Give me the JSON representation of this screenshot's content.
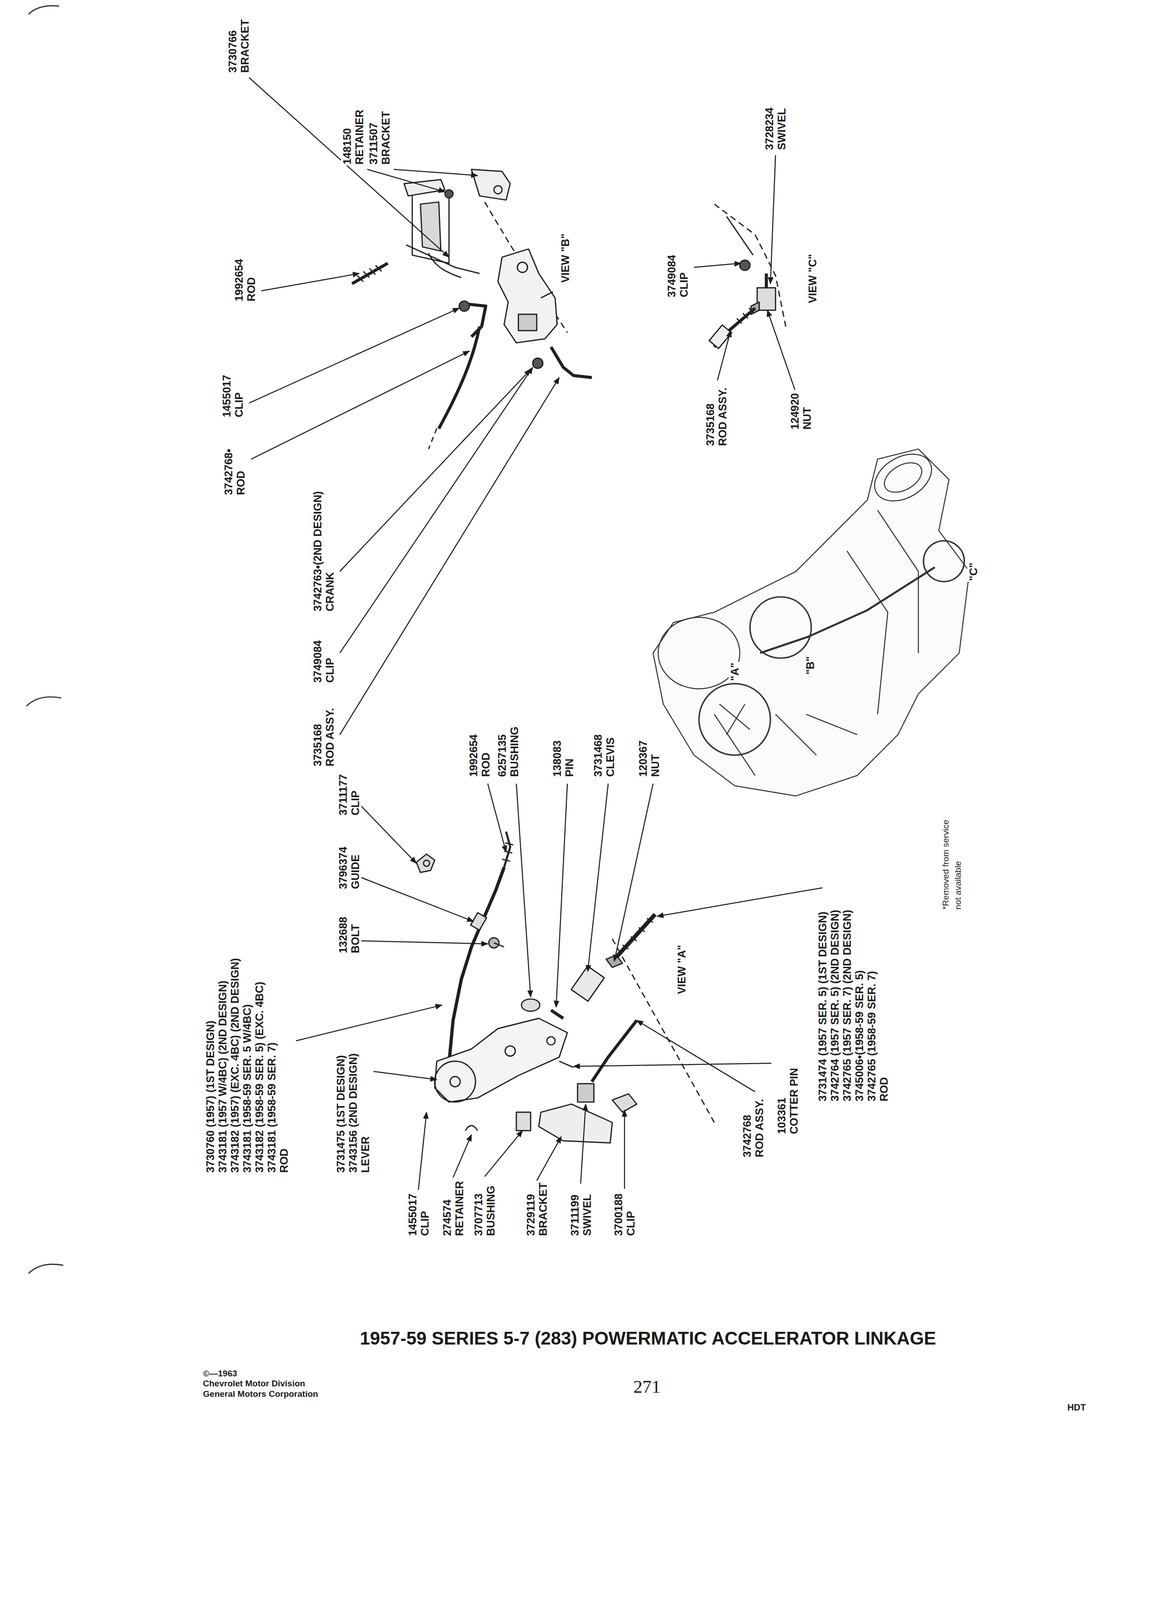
{
  "diagram": {
    "title": "1957-59 SERIES 5-7 (283) POWERMATIC ACCELERATOR LINKAGE",
    "labels": [
      "3730766 BRACKET",
      "148150 RETAINER",
      "3711507 BRACKET",
      "1992654 ROD",
      "1455017 CLIP",
      "3742768• ROD",
      "3742763•(2ND DESIGN) CRANK",
      "3749084 CLIP",
      "3735168 ROD ASSY.",
      "VIEW \"B\"",
      "3749084 CLIP",
      "3728234 SWIVEL",
      "VIEW \"C\"",
      "3735168 ROD ASSY.",
      "124920 NUT",
      "\"A\"",
      "\"B\"",
      "\"C\"",
      "3711177 CLIP",
      "3796374 GUIDE",
      "132688 BOLT",
      "1992654 ROD",
      "6257135 BUSHING",
      "138083 PIN",
      "3731468 CLEVIS",
      "120367 NUT",
      "3730760 (1957) (1ST DESIGN)",
      "3743181 (1957 W/4BC) (2ND DESIGN)",
      "3743182 (1957) (EXC. 4BC) (2ND DESIGN)",
      "3743181 (1958-59 SER. 5 W/4BC)",
      "3743182 (1958-59 SER. 5) (EXC. 4BC)",
      "3743181 (1958-59 SER. 7)",
      "ROD",
      "3731475 (1ST DESIGN) 3743156 (2ND DESIGN) LEVER",
      "1455017 CLIP",
      "274574 RETAINER",
      "3707713 BUSHING",
      "3729119 BRACKET",
      "3711199 SWIVEL",
      "3700188 CLIP",
      "VIEW \"A\"",
      "3742768 ROD ASSY.",
      "103361 COTTER PIN",
      "3731474 (1957 SER. 5) (1ST DESIGN)",
      "3742764 (1957 SER. 5) (2ND DESIGN)",
      "3742765 (1957 SER. 7) (2ND DESIGN)",
      "3745006•(1958-59 SER. 5)",
      "3742765 (1958-59 SER. 7)",
      "ROD",
      "*Removed from service",
      "not available",
      "271",
      "©—1963",
      "Chevrolet Motor Division",
      "General Motors Corporation",
      "HDT"
    ]
  }
}
